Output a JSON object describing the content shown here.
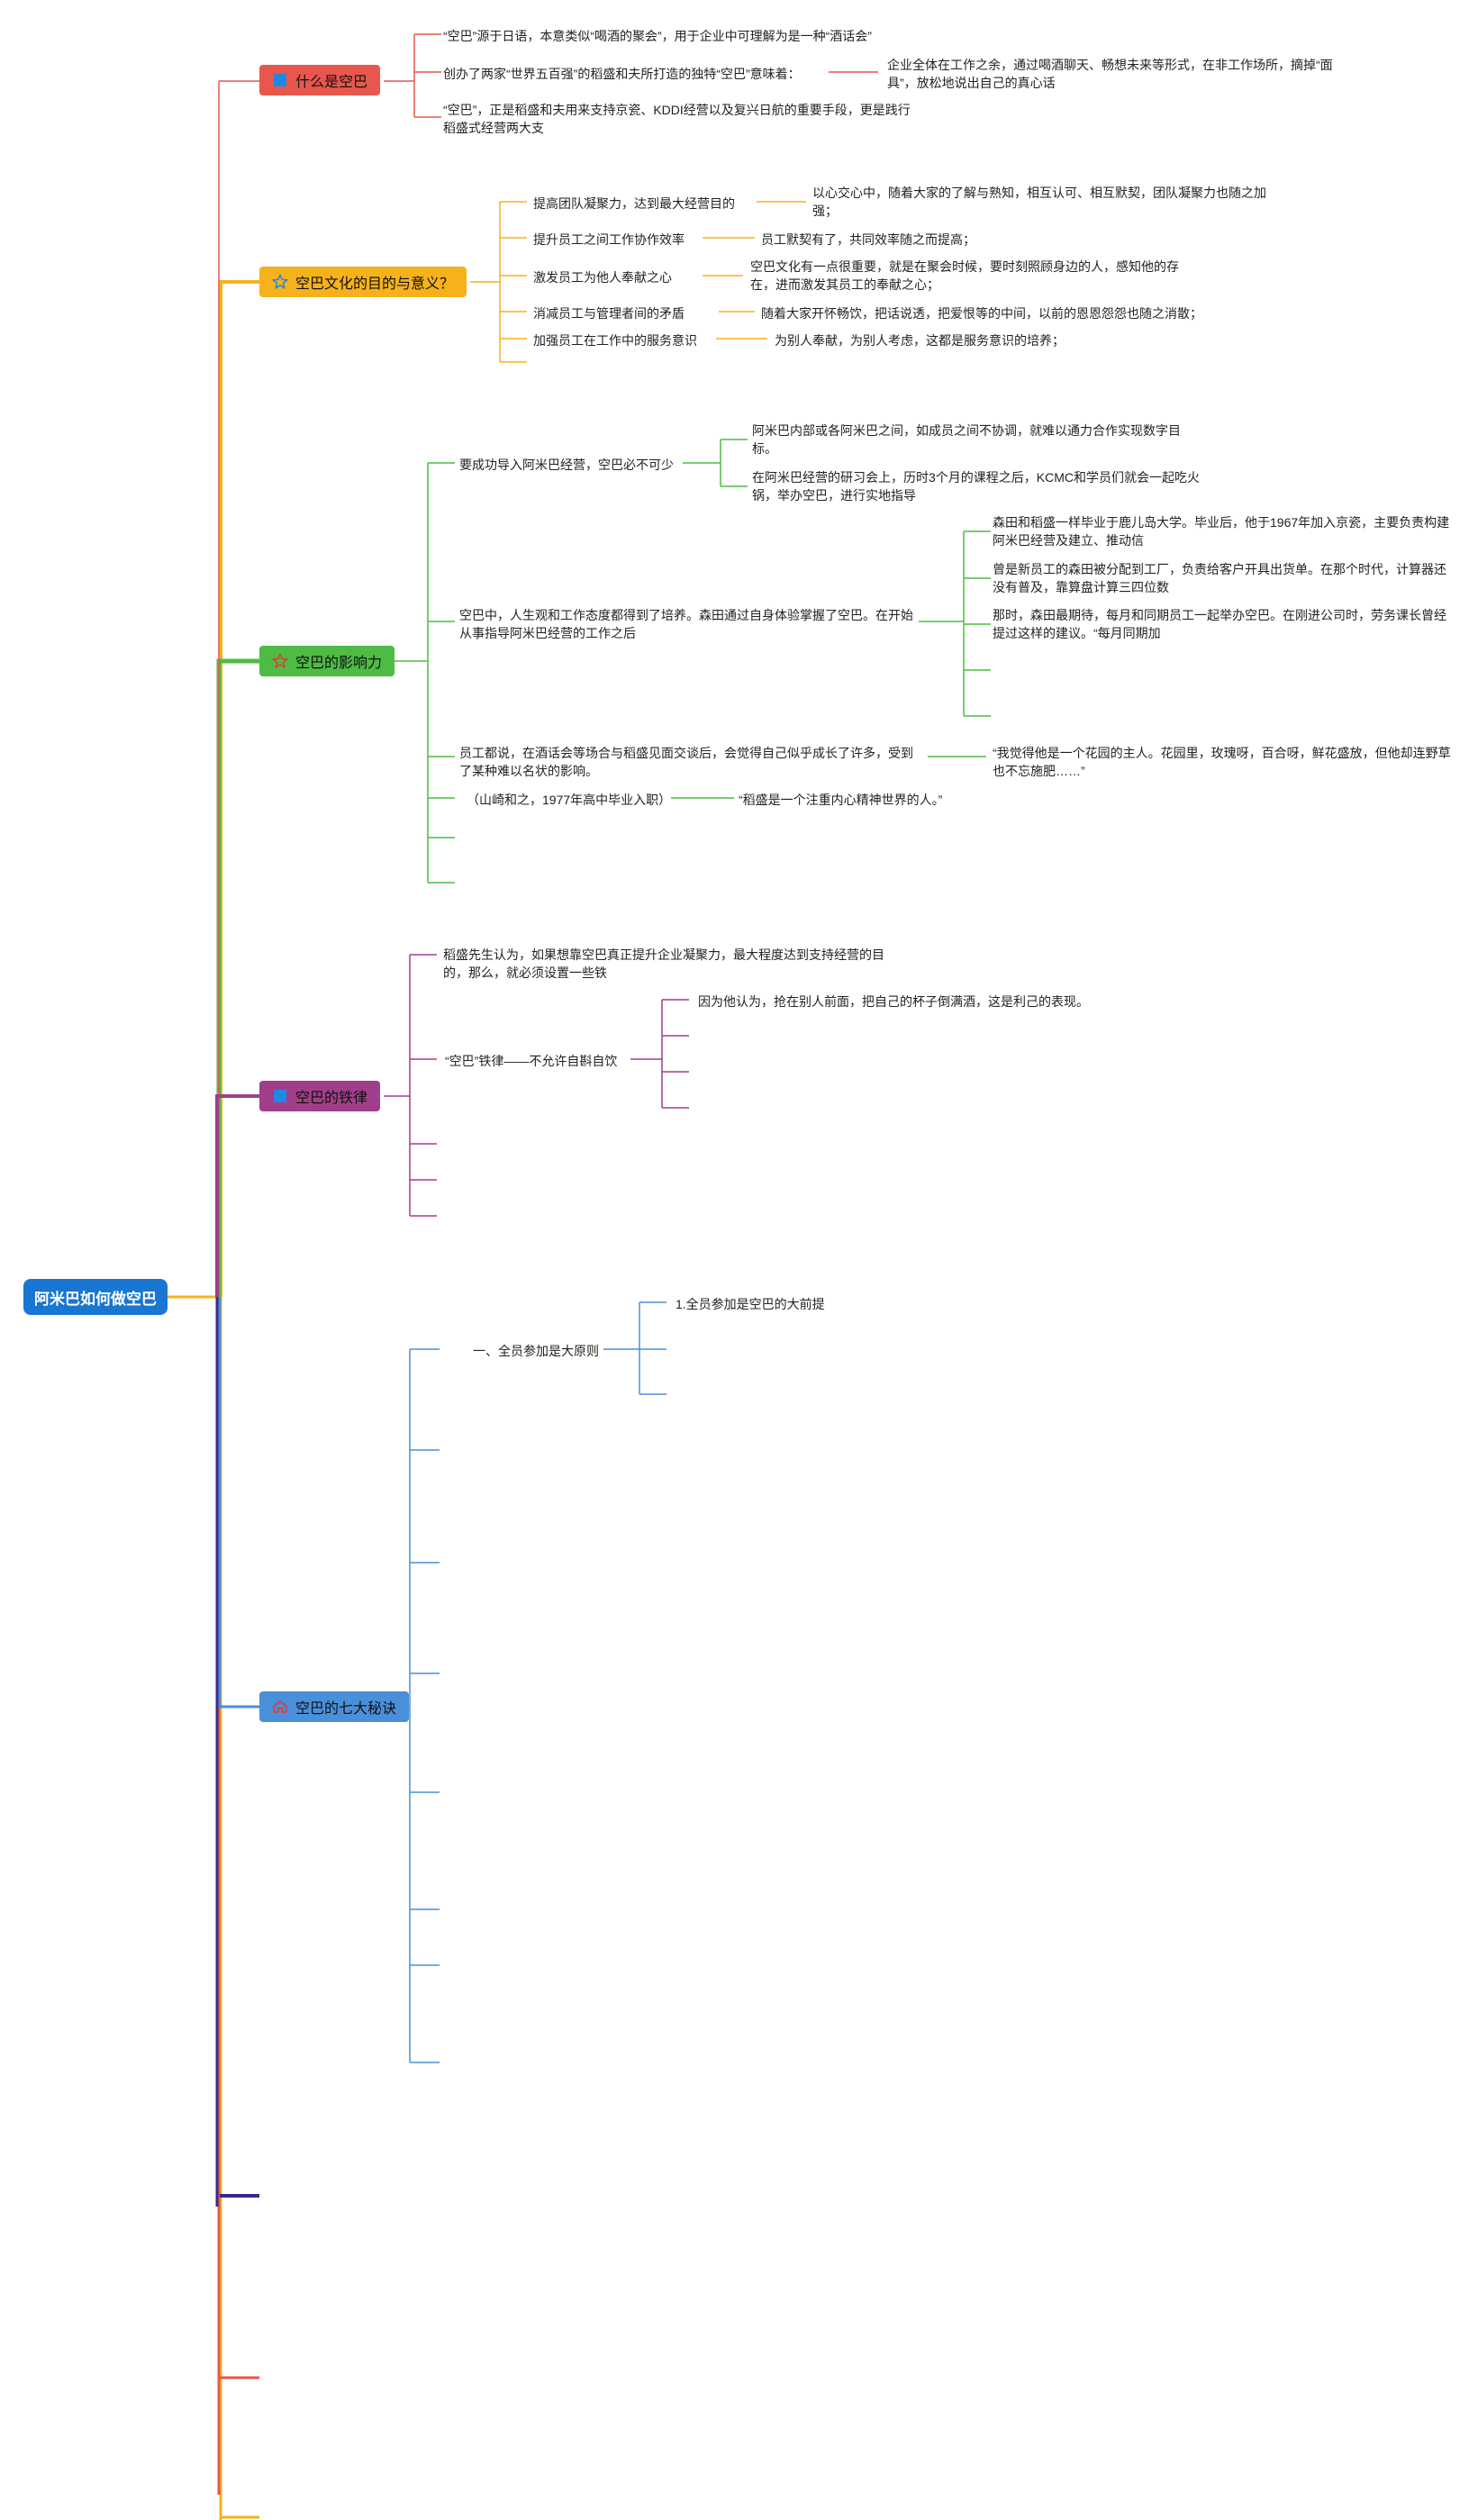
{
  "root": "阿米巴如何做空巴",
  "colors": {
    "red": "#e8574d",
    "orange": "#f6b21a",
    "green": "#4dbb44",
    "purple": "#a13e8a",
    "blue": "#4a8fd9",
    "navy": "#3b2a8c",
    "root": "#1976d2"
  },
  "icons": {
    "b1": "square-icon",
    "b2": "star-outline-icon",
    "b3": "star-icon",
    "b4": "square-icon",
    "b5": "home-icon"
  },
  "b1": {
    "title": "什么是空巴",
    "items": [
      "“空巴”源于日语，本意类似“喝酒的聚会”，用于企业中可理解为是一种“酒话会”",
      "创办了两家“世界五百强”的稻盛和夫所打造的独特“空巴”意味着：",
      "“空巴”，正是稻盛和夫用来支持京瓷、KDDI经营以及复兴日航的重要手段，更是践行稻盛式经营两大支"
    ],
    "detail": "企业全体在工作之余，通过喝酒聊天、畅想未来等形式，在非工作场所，摘掉“面具”，放松地说出自己的真心话"
  },
  "b2": {
    "title": "空巴文化的目的与意义？",
    "items": [
      {
        "label": "提高团队凝聚力，达到最大经营目的",
        "detail": "以心交心中，随着大家的了解与熟知，相互认可、相互默契，团队凝聚力也随之加强；"
      },
      {
        "label": "提升员工之间工作协作效率",
        "detail": "员工默契有了，共同效率随之而提高；"
      },
      {
        "label": "激发员工为他人奉献之心",
        "detail": "空巴文化有一点很重要，就是在聚会时候，要时刻照顾身边的人，感知他的存在，进而激发其员工的奉献之心；"
      },
      {
        "label": "消减员工与管理者间的矛盾",
        "detail": "随着大家开怀畅饮，把话说透，把爱恨等的中间，以前的恩恩怨怨也随之消散；"
      },
      {
        "label": "加强员工在工作中的服务意识",
        "detail": "为别人奉献，为别人考虑，这都是服务意识的培养；"
      }
    ]
  },
  "b3": {
    "title": "空巴的影响力",
    "a": "要成功导入阿米巴经营，空巴必不可少",
    "a_items": [
      "阿米巴内部或各阿米巴之间，如成员之间不协调，就难以通力合作实现数字目标。",
      "在阿米巴经营的研习会上，历时3个月的课程之后，KCMC和学员们就会一起吃火锅，举办空巴，进行实地指导"
    ],
    "b": "空巴中，人生观和工作态度都得到了培养。森田通过自身体验掌握了空巴。在开始从事指导阿米巴经营的工作之后",
    "b_items": [
      "森田和稻盛一样毕业于鹿儿岛大学。毕业后，他于1967年加入京瓷，主要负责构建阿米巴经营及建立、推动信",
      "曾是新员工的森田被分配到工厂，负责给客户开具出货单。在那个时代，计算器还没有普及，靠算盘计算三四位数",
      "那时，森田最期待，每月和同期员工一起举办空巴。在刚进公司时，劳务课长曾经提过这样的建议。“每月同期加"
    ],
    "c": "员工都说，在酒话会等场合与稻盛见面交谈后，会觉得自己似乎成长了许多，受到了某种难以名状的影响。",
    "c_item": "“我觉得他是一个花园的主人。花园里，玫瑰呀，百合呀，鲜花盛放，但他却连野草也不忘施肥……”",
    "d": "（山崎和之，1977年高中毕业入职）",
    "d_item": "“稻盛是一个注重内心精神世界的人。”"
  },
  "b4": {
    "title": "空巴的铁律",
    "a": "稻盛先生认为，如果想靠空巴真正提升企业凝聚力，最大程度达到支持经营的目的，那么，就必须设置一些铁",
    "b": "“空巴”铁律——不允许自斟自饮",
    "b_item": "因为他认为，抢在别人前面，把自己的杯子倒满酒，这是利己的表现。"
  },
  "b5": {
    "title": "空巴的七大秘诀",
    "a": "一、全员参加是大原则",
    "a_item": "1.全员参加是空巴的大前提"
  }
}
